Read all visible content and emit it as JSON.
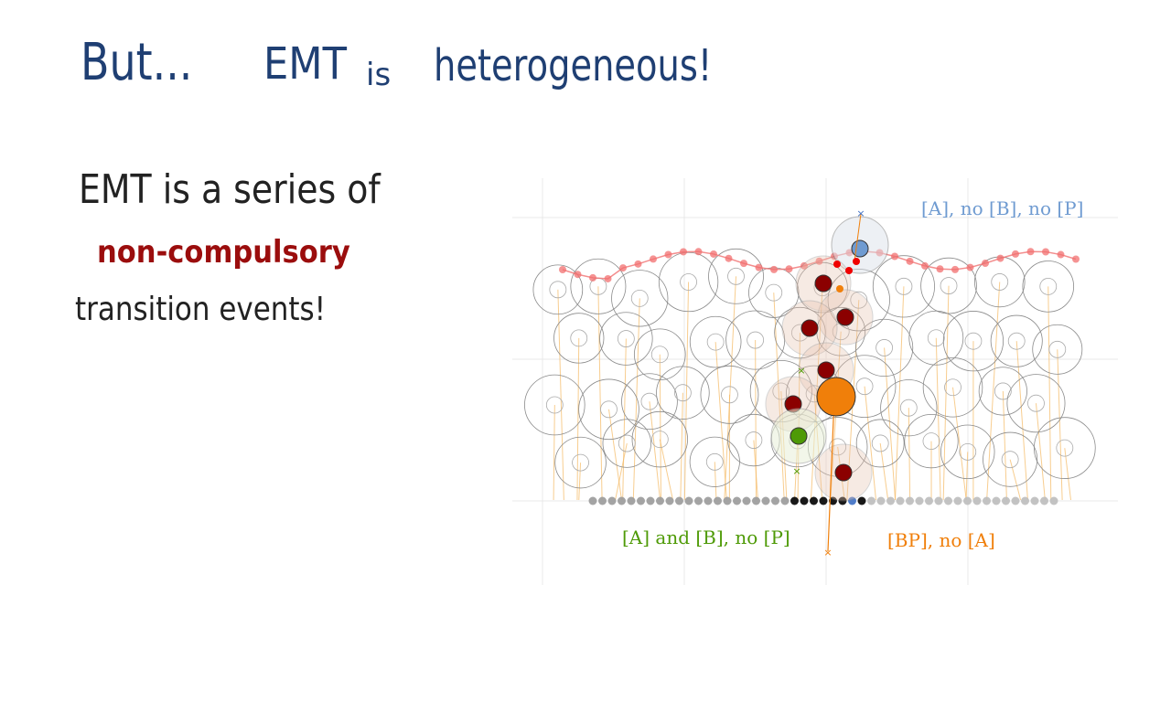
{
  "slide": {
    "title": {
      "part1": "But...",
      "part2": "EMT",
      "part3": "is",
      "part4": "heterogeneous!"
    },
    "body": {
      "line1": "EMT is a series of",
      "line2": "non-compulsory",
      "line3": "transition events!"
    }
  },
  "diagram": {
    "labels": {
      "top_right": "[A], no [B], no [P]",
      "bottom_left": "[A] and [B], no [P]",
      "bottom_right": "[BP], no [A]"
    },
    "colors": {
      "blue": "#6f9bd1",
      "green": "#4e9a06",
      "orange": "#f07f0a",
      "dark_red": "#8b0000",
      "red": "#f00000",
      "title": "#1f3f73"
    }
  }
}
